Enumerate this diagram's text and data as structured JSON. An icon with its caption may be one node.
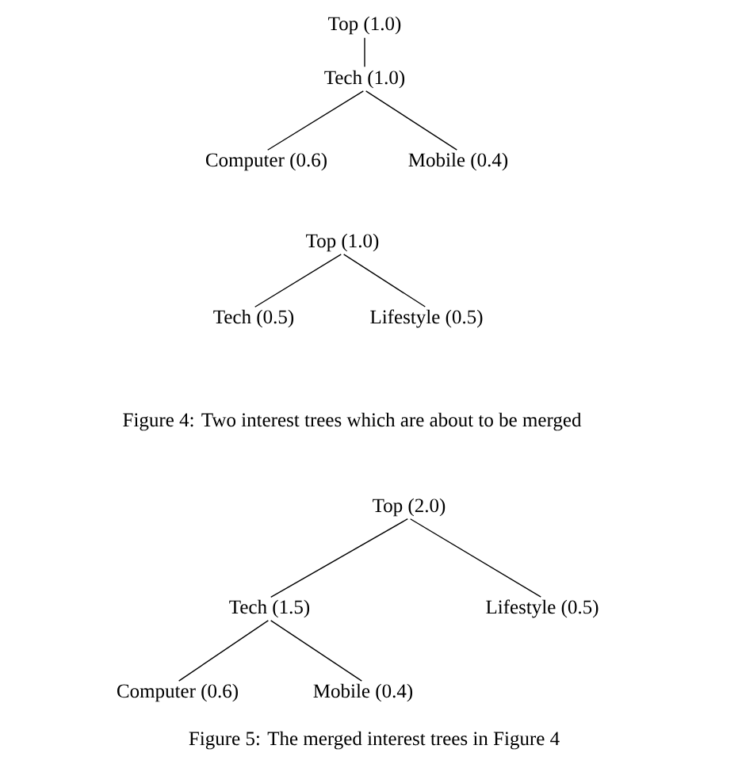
{
  "diagram": {
    "nodes": [
      {
        "text": [
          "Top (1.0)"
        ]
      },
      {
        "text": [
          "Tech (1.0)"
        ]
      },
      {
        "text": [
          "Computer (0.6)"
        ]
      },
      {
        "text": [
          "Mobile (0.4)"
        ]
      },
      {
        "text": [
          "Top (1.0)"
        ]
      },
      {
        "text": [
          "Tech (0.5)"
        ]
      },
      {
        "text": [
          "Lifestyle (0.5)"
        ]
      },
      {
        "text": [
          "Top (2.0)"
        ]
      },
      {
        "text": [
          "Tech (1.5)"
        ]
      },
      {
        "text": [
          "Lifestyle (0.5)"
        ]
      },
      {
        "text": [
          "Computer (0.6)"
        ]
      },
      {
        "text": [
          "Mobile (0.4)"
        ]
      }
    ],
    "edges": [
      {
        "from": 0,
        "to": 1,
        "arrow": "none"
      },
      {
        "from": 1,
        "to": 2,
        "arrow": "none"
      },
      {
        "from": 1,
        "to": 3,
        "arrow": "none"
      },
      {
        "from": 4,
        "to": 5,
        "arrow": "none"
      },
      {
        "from": 4,
        "to": 6,
        "arrow": "none"
      },
      {
        "from": 7,
        "to": 8,
        "arrow": "none"
      },
      {
        "from": 7,
        "to": 9,
        "arrow": "none"
      },
      {
        "from": 8,
        "to": 10,
        "arrow": "none"
      },
      {
        "from": 8,
        "to": 11,
        "arrow": "none"
      }
    ],
    "labels": [
      "Figure 4: Two interest trees which are about to be merged",
      "Figure 5: The merged interest trees in Figure 4"
    ]
  }
}
